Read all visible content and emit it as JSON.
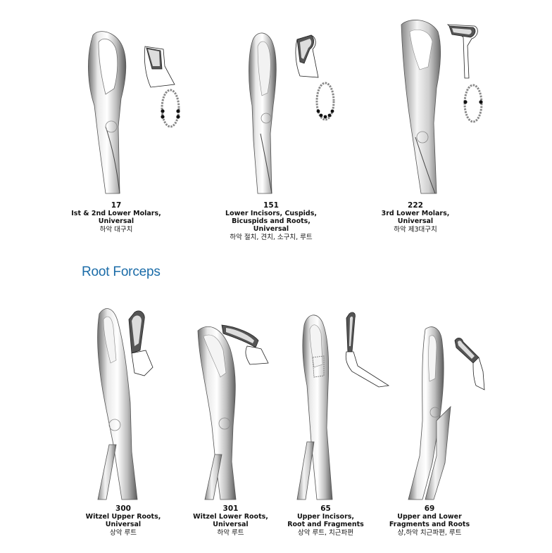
{
  "section_title": "Root Forceps",
  "accent_color": "#1b6ca8",
  "products": [
    {
      "code": "17",
      "description": "Ist & 2nd Lower Molars,\nUniversal",
      "korean": "하악 대구치",
      "icon": "lower-molar-forceps-icon",
      "shows_arch_diagram": true
    },
    {
      "code": "151",
      "description": "Lower Incisors, Cuspids,\nBicuspids and Roots, Universal",
      "korean": "하악 절치, 견치, 소구치, 루트",
      "icon": "lower-incisor-forceps-icon",
      "shows_arch_diagram": true
    },
    {
      "code": "222",
      "description": "3rd Lower Molars,\nUniversal",
      "korean": "하악 제3대구치",
      "icon": "third-molar-forceps-icon",
      "shows_arch_diagram": true
    },
    {
      "code": "300",
      "description": "Witzel Upper Roots,\nUniversal",
      "korean": "상악 루트",
      "icon": "upper-root-forceps-icon",
      "shows_arch_diagram": false
    },
    {
      "code": "301",
      "description": "Witzel Lower Roots,\nUniversal",
      "korean": "하악 루트",
      "icon": "lower-root-forceps-icon",
      "shows_arch_diagram": false
    },
    {
      "code": "65",
      "description": "Upper Incisors,\nRoot and Fragments",
      "korean": "상악 루트, 치근파편",
      "icon": "upper-incisor-forceps-icon",
      "shows_arch_diagram": false
    },
    {
      "code": "69",
      "description": "Upper and Lower\nFragments and Roots",
      "korean": "상,하악 치근파편, 루트",
      "icon": "fragment-forceps-icon",
      "shows_arch_diagram": false
    }
  ]
}
